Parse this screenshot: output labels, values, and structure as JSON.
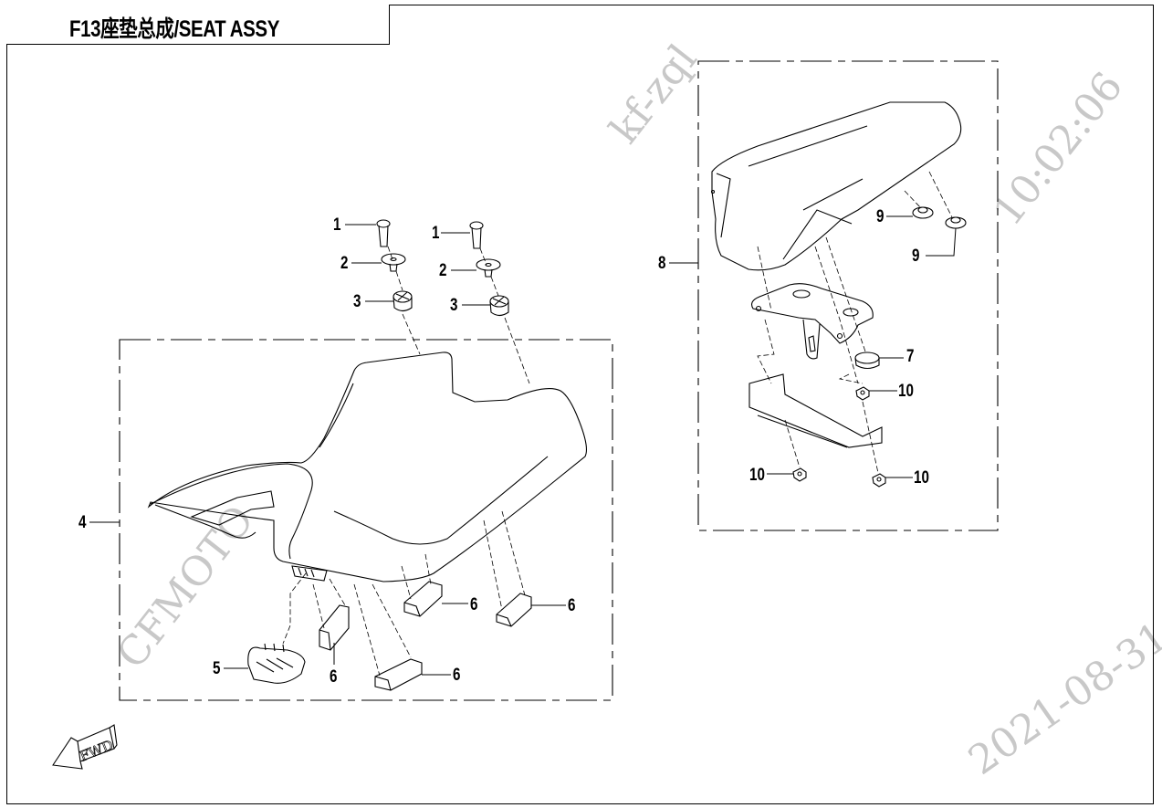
{
  "diagram": {
    "title": "F13座垫总成/SEAT ASSY",
    "fwd_label": "FWD",
    "watermark": {
      "brand": "CFMOTO",
      "user": "kf-zql",
      "date": "2021-08-31",
      "time": "10:02:06"
    },
    "groups": [
      {
        "name": "front-seat-group",
        "callout": "4"
      },
      {
        "name": "rear-seat-group",
        "callout": "8"
      }
    ],
    "callouts": {
      "c1a": "1",
      "c1b": "1",
      "c2a": "2",
      "c2b": "2",
      "c3a": "3",
      "c3b": "3",
      "c4": "4",
      "c5": "5",
      "c6a": "6",
      "c6b": "6",
      "c6c": "6",
      "c6d": "6",
      "c7": "7",
      "c8": "8",
      "c9a": "9",
      "c9b": "9",
      "c10a": "10",
      "c10b": "10",
      "c10c": "10"
    },
    "colors": {
      "line": "#000000",
      "watermark": "#c8c8c8",
      "background": "#ffffff"
    }
  }
}
